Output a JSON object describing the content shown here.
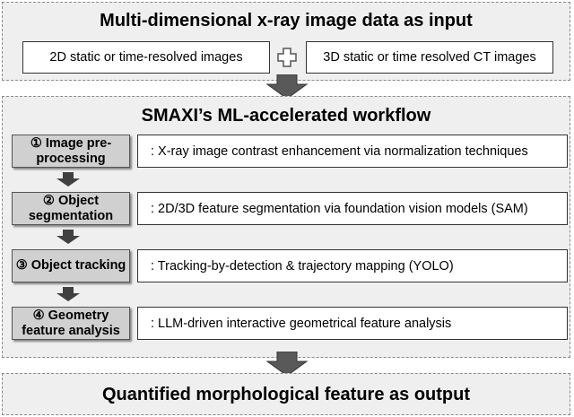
{
  "input": {
    "title": "Multi-dimensional x-ray image data as input",
    "left_box": "2D static or time-resolved images",
    "right_box": "3D static or time resolved CT images"
  },
  "workflow": {
    "title": "SMAXI’s ML-accelerated workflow",
    "steps": [
      {
        "label": "① Image pre-processing",
        "description": ": X-ray image contrast enhancement via normalization techniques"
      },
      {
        "label": "② Object segmentation",
        "description": ": 2D/3D feature segmentation via foundation vision models (SAM)"
      },
      {
        "label": "③ Object tracking",
        "description": ": Tracking-by-detection & trajectory mapping (YOLO)"
      },
      {
        "label": "④ Geometry feature analysis",
        "description": ": LLM-driven interactive geometrical feature analysis"
      }
    ]
  },
  "output": {
    "title": "Quantified morphological feature as output"
  },
  "colors": {
    "panel_bg": "#efefef",
    "step_bg": "#d0d0d0",
    "arrow": "#595959"
  }
}
